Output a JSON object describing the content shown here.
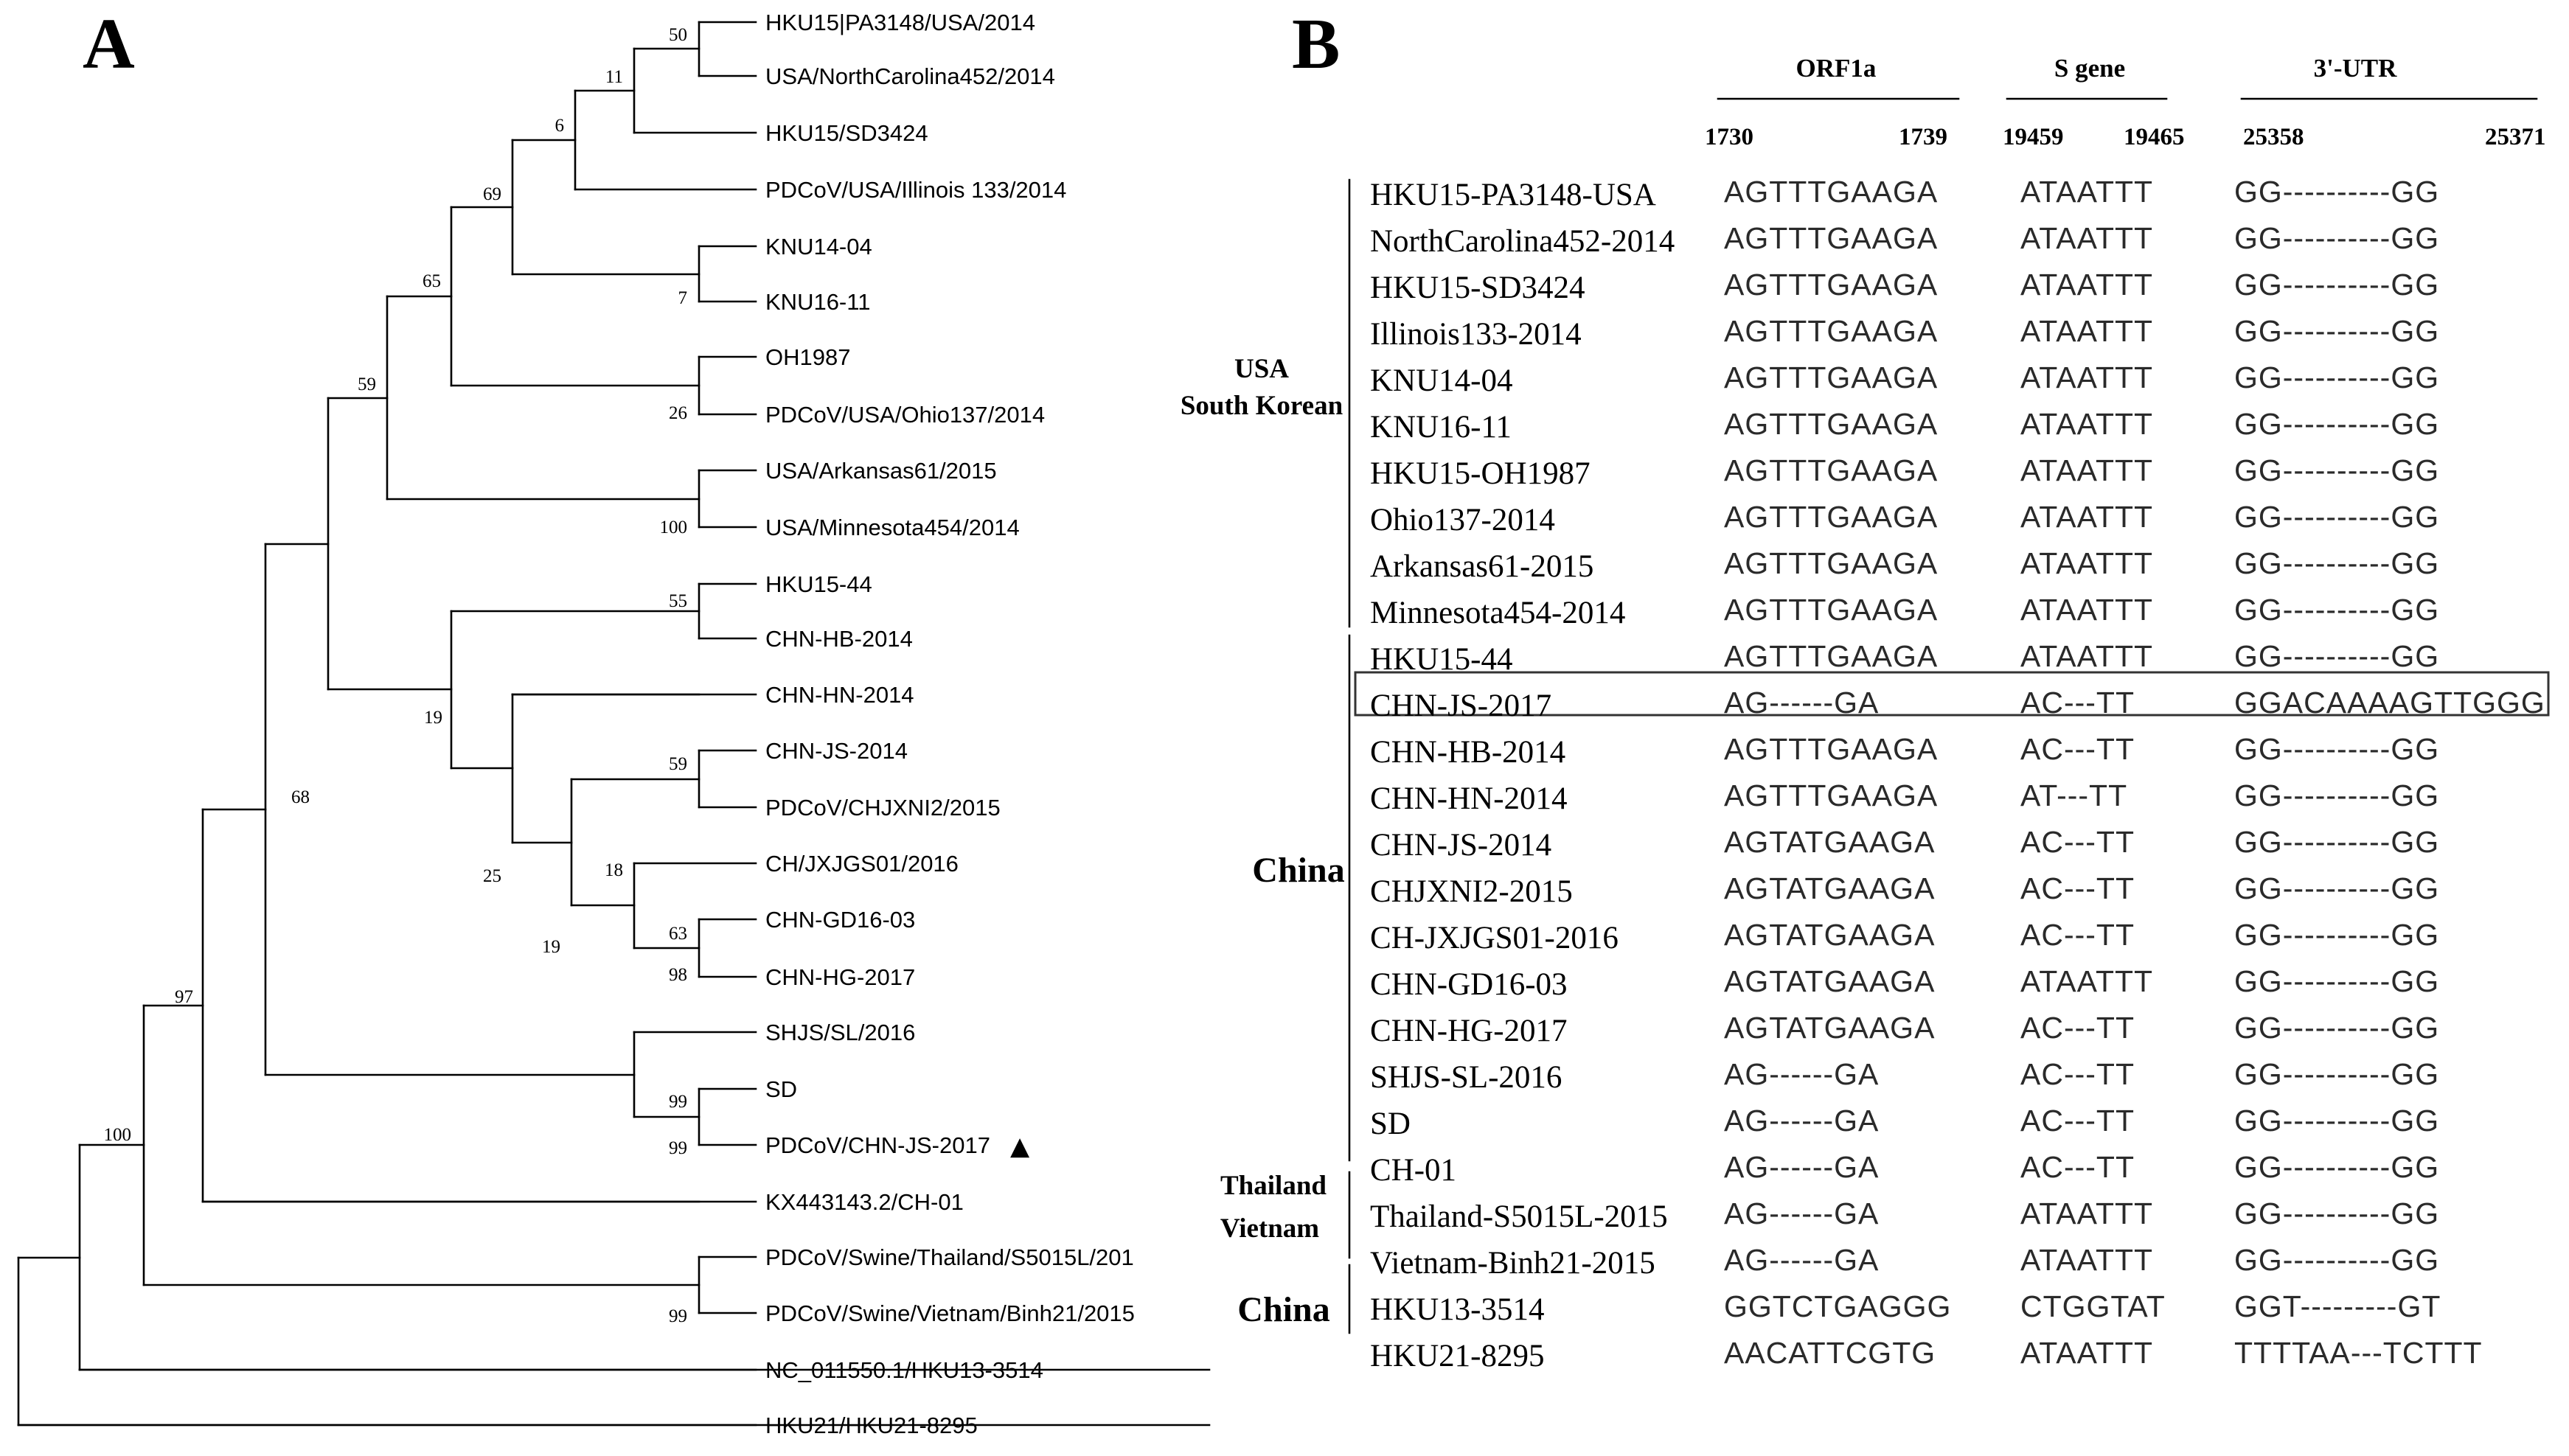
{
  "panel_a": {
    "label": "A",
    "taxa": [
      "HKU15|PA3148/USA/2014",
      "USA/NorthCarolina452/2014",
      "HKU15/SD3424",
      "PDCoV/USA/Illinois 133/2014",
      "KNU14-04",
      "KNU16-11",
      "OH1987",
      "PDCoV/USA/Ohio137/2014",
      "USA/Arkansas61/2015",
      "USA/Minnesota454/2014",
      "HKU15-44",
      "CHN-HB-2014",
      "CHN-HN-2014",
      "CHN-JS-2014",
      "PDCoV/CHJXNI2/2015",
      "CH/JXJGS01/2016",
      "CHN-GD16-03",
      "CHN-HG-2017",
      "SHJS/SL/2016",
      "SD",
      "PDCoV/CHN-JS-2017",
      "KX443143.2/CH-01",
      "PDCoV/Swine/Thailand/S5015L/201",
      "PDCoV/Swine/Vietnam/Binh21/2015",
      "NC_011550.1/HKU13-3514",
      "HKU21/HKU21-8295"
    ],
    "highlight_marker": "▲",
    "bootstrap": {
      "n1": "50",
      "n2": "11",
      "n3": "6",
      "n4": "7",
      "n5": "69",
      "n6": "26",
      "n7": "65",
      "n8": "100",
      "n9": "59",
      "n10": "55",
      "n11": "98",
      "n12": "18",
      "n13": "59",
      "n14": "19",
      "n15": "25",
      "n16": "19",
      "n17": "63",
      "n18": "68",
      "n19": "99",
      "n20": "99",
      "n21": "99",
      "n22": "97",
      "n23": "100"
    }
  },
  "panel_b": {
    "label": "B",
    "regions": [
      {
        "name": "ORF1a",
        "start": "1730",
        "end": "1739"
      },
      {
        "name": "S  gene",
        "start": "19459",
        "end": "19465"
      },
      {
        "name": "3'-UTR",
        "start": "25358",
        "end": "25371"
      }
    ],
    "groups": {
      "usa_line1": "USA",
      "usa_line2": "South Korean",
      "china1": "China",
      "thai_line1": "Thailand",
      "thai_line2": "Vietnam",
      "china2": "China"
    },
    "rows": [
      {
        "strain": "HKU15-PA3148-USA",
        "orf1a": "AGTTTGAAGA",
        "s": "ATAATTT",
        "utr": "GG----------GG"
      },
      {
        "strain": "NorthCarolina452-2014",
        "orf1a": "AGTTTGAAGA",
        "s": "ATAATTT",
        "utr": "GG----------GG"
      },
      {
        "strain": "HKU15-SD3424",
        "orf1a": "AGTTTGAAGA",
        "s": "ATAATTT",
        "utr": "GG----------GG"
      },
      {
        "strain": "Illinois133-2014",
        "orf1a": "AGTTTGAAGA",
        "s": "ATAATTT",
        "utr": "GG----------GG"
      },
      {
        "strain": "KNU14-04",
        "orf1a": "AGTTTGAAGA",
        "s": "ATAATTT",
        "utr": "GG----------GG"
      },
      {
        "strain": "KNU16-11",
        "orf1a": "AGTTTGAAGA",
        "s": "ATAATTT",
        "utr": "GG----------GG"
      },
      {
        "strain": "HKU15-OH1987",
        "orf1a": "AGTTTGAAGA",
        "s": "ATAATTT",
        "utr": "GG----------GG"
      },
      {
        "strain": "Ohio137-2014",
        "orf1a": "AGTTTGAAGA",
        "s": "ATAATTT",
        "utr": "GG----------GG"
      },
      {
        "strain": "Arkansas61-2015",
        "orf1a": "AGTTTGAAGA",
        "s": "ATAATTT",
        "utr": "GG----------GG"
      },
      {
        "strain": "Minnesota454-2014",
        "orf1a": "AGTTTGAAGA",
        "s": "ATAATTT",
        "utr": "GG----------GG"
      },
      {
        "strain": "HKU15-44",
        "orf1a": "AGTTTGAAGA",
        "s": "ATAATTT",
        "utr": "GG----------GG"
      },
      {
        "strain": "CHN-JS-2017",
        "orf1a": "AG------GA",
        "s": "AC---TT",
        "utr": "GGACAAAAGTTGGG"
      },
      {
        "strain": "CHN-HB-2014",
        "orf1a": "AGTTTGAAGA",
        "s": "AC---TT",
        "utr": "GG----------GG"
      },
      {
        "strain": "CHN-HN-2014",
        "orf1a": "AGTTTGAAGA",
        "s": "AT---TT",
        "utr": "GG----------GG"
      },
      {
        "strain": "CHN-JS-2014",
        "orf1a": "AGTATGAAGA",
        "s": "AC---TT",
        "utr": "GG----------GG"
      },
      {
        "strain": "CHJXNI2-2015",
        "orf1a": "AGTATGAAGA",
        "s": "AC---TT",
        "utr": "GG----------GG"
      },
      {
        "strain": "CH-JXJGS01-2016",
        "orf1a": "AGTATGAAGA",
        "s": "AC---TT",
        "utr": "GG----------GG"
      },
      {
        "strain": "CHN-GD16-03",
        "orf1a": "AGTATGAAGA",
        "s": "ATAATTT",
        "utr": "GG----------GG"
      },
      {
        "strain": "CHN-HG-2017",
        "orf1a": "AGTATGAAGA",
        "s": "AC---TT",
        "utr": "GG----------GG"
      },
      {
        "strain": "SHJS-SL-2016",
        "orf1a": "AG------GA",
        "s": "AC---TT",
        "utr": "GG----------GG"
      },
      {
        "strain": "SD",
        "orf1a": "AG------GA",
        "s": "AC---TT",
        "utr": "GG----------GG"
      },
      {
        "strain": "CH-01",
        "orf1a": "AG------GA",
        "s": "AC---TT",
        "utr": "GG----------GG"
      },
      {
        "strain": "Thailand-S5015L-2015",
        "orf1a": "AG------GA",
        "s": "ATAATTT",
        "utr": "GG----------GG"
      },
      {
        "strain": "Vietnam-Binh21-2015",
        "orf1a": "AG------GA",
        "s": "ATAATTT",
        "utr": "GG----------GG"
      },
      {
        "strain": "HKU13-3514",
        "orf1a": "GGTCTGAGGG",
        "s": "CTGGTAT",
        "utr": "GGT---------GT"
      },
      {
        "strain": "HKU21-8295",
        "orf1a": "AACATTCGTG",
        "s": "ATAATTT",
        "utr": "TTTTAA---TCTTT"
      }
    ]
  }
}
